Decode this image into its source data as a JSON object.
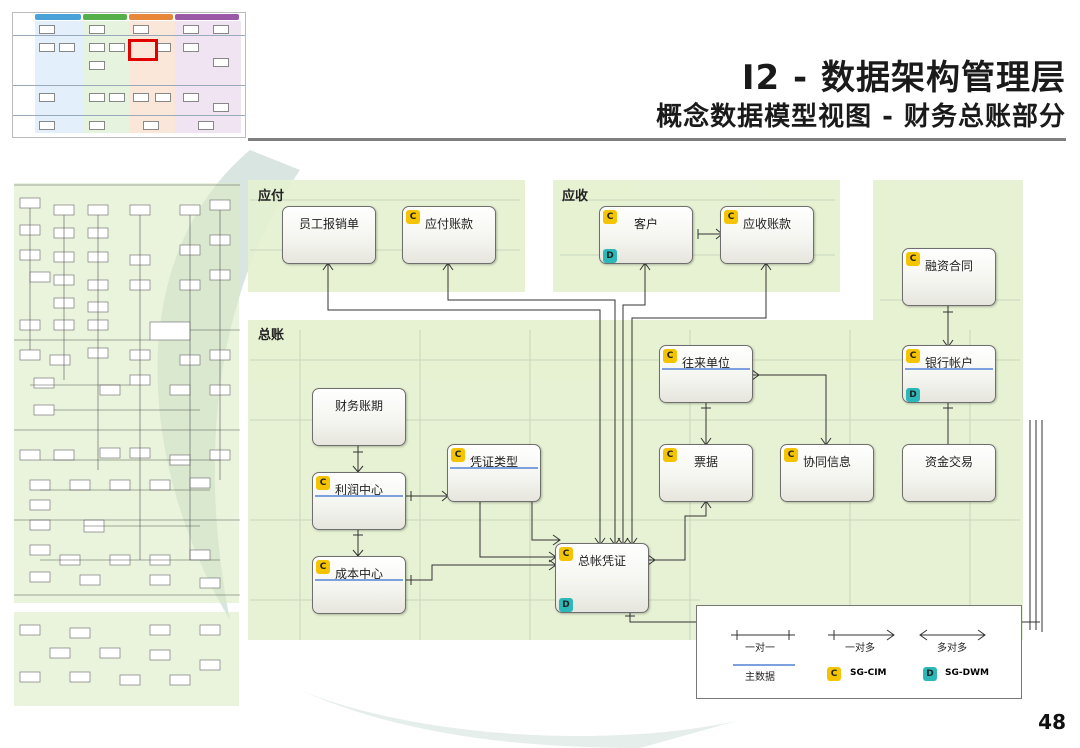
{
  "header": {
    "title": "I2 - 数据架构管理层",
    "subtitle": "概念数据模型视图 - 财务总账部分"
  },
  "page_number": "48",
  "areas": {
    "payable": "应付",
    "receivable": "应收",
    "ledger": "总账"
  },
  "entities": {
    "employee_reimbursement": {
      "name": "员工报销单"
    },
    "accounts_payable": {
      "name": "应付账款",
      "badge": "C"
    },
    "customer": {
      "name": "客户",
      "badge": "C",
      "badge2": "D"
    },
    "accounts_receivable": {
      "name": "应收账款",
      "badge": "C"
    },
    "financing_contract": {
      "name": "融资合同",
      "badge": "C"
    },
    "counterparty": {
      "name": "往来单位",
      "badge": "C"
    },
    "bank_account": {
      "name": "银行帐户",
      "badge": "C",
      "badge2": "D"
    },
    "fiscal_period": {
      "name": "财务账期"
    },
    "voucher_type": {
      "name": "凭证类型",
      "badge": "C"
    },
    "bill": {
      "name": "票据",
      "badge": "C"
    },
    "collaboration_info": {
      "name": "协同信息",
      "badge": "C"
    },
    "fund_transaction": {
      "name": "资金交易"
    },
    "profit_center": {
      "name": "利润中心",
      "badge": "C"
    },
    "cost_center": {
      "name": "成本中心",
      "badge": "C"
    },
    "general_voucher": {
      "name": "总帐凭证",
      "badge": "C",
      "badge2": "D"
    }
  },
  "legend": {
    "one_to_one": "一对一",
    "one_to_many": "一对多",
    "many_to_many": "多对多",
    "master_data": "主数据",
    "sg_cim_badge": "C",
    "sg_cim": "SG-CIM",
    "sg_dwm_badge": "D",
    "sg_dwm": "SG-DWM"
  },
  "colors": {
    "area_fill": "#e5f1d0",
    "master_bar": "#7da0df",
    "badge_c": "#f5c400",
    "badge_d": "#2cb7b9",
    "thumb_highlight": "#e00000"
  }
}
